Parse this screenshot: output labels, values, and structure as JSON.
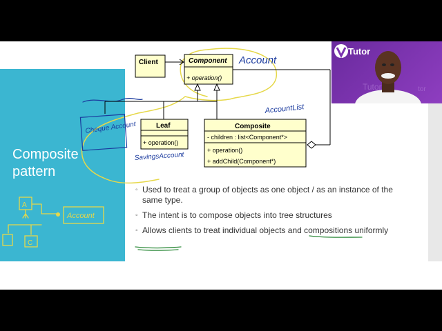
{
  "slide": {
    "title": "Composite pattern"
  },
  "uml": {
    "client": "Client",
    "component": {
      "name": "Component",
      "method": "+ operation()"
    },
    "leaf": {
      "name": "Leaf",
      "method": "+ operation()"
    },
    "composite": {
      "name": "Composite",
      "attribute": "-  children : list<Component*>",
      "methods": [
        "+ operation()",
        "+ addChild(Component*)"
      ]
    }
  },
  "annotations": {
    "account": "Account",
    "account_list": "AccountList",
    "cheque_account": "Cheque Account",
    "savings_account": "SavingsAccount",
    "side_sketch_label": "Account"
  },
  "bullets": [
    "Used to treat a group of objects as one object / as an instance of the same type.",
    "The intent is to compose objects into tree structures",
    "Allows clients to treat individual objects and compositions uniformly"
  ],
  "webcam": {
    "brand": "Tutor"
  },
  "colors": {
    "panel": "#3bb6d1",
    "uml_box": "#ffffcc",
    "ink_blue": "#1a3a9e",
    "ink_yellow": "#e6d84a",
    "ink_green": "#2d8a3a",
    "webcam_bg": "#7b33b0"
  }
}
